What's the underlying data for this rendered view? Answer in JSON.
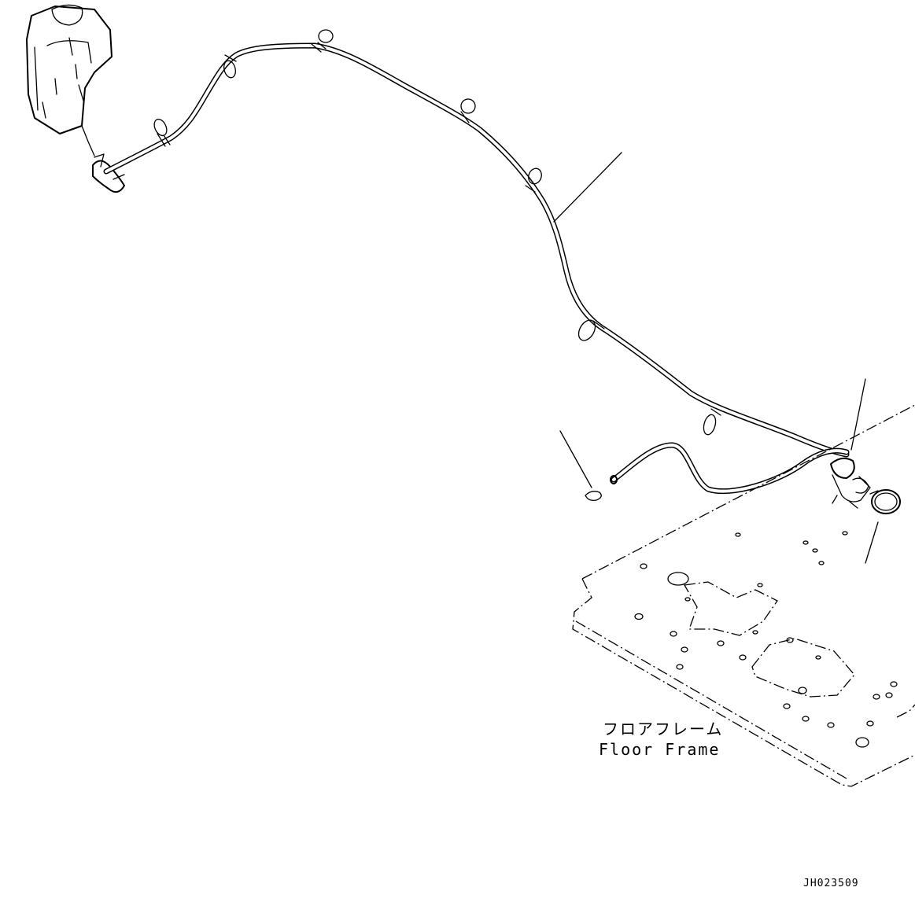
{
  "labels": {
    "floor_frame_jp": "フロアフレーム",
    "floor_frame_en": "Floor Frame"
  },
  "drawing_code": "JH023509",
  "colors": {
    "line": "#000000",
    "background": "#ffffff"
  }
}
